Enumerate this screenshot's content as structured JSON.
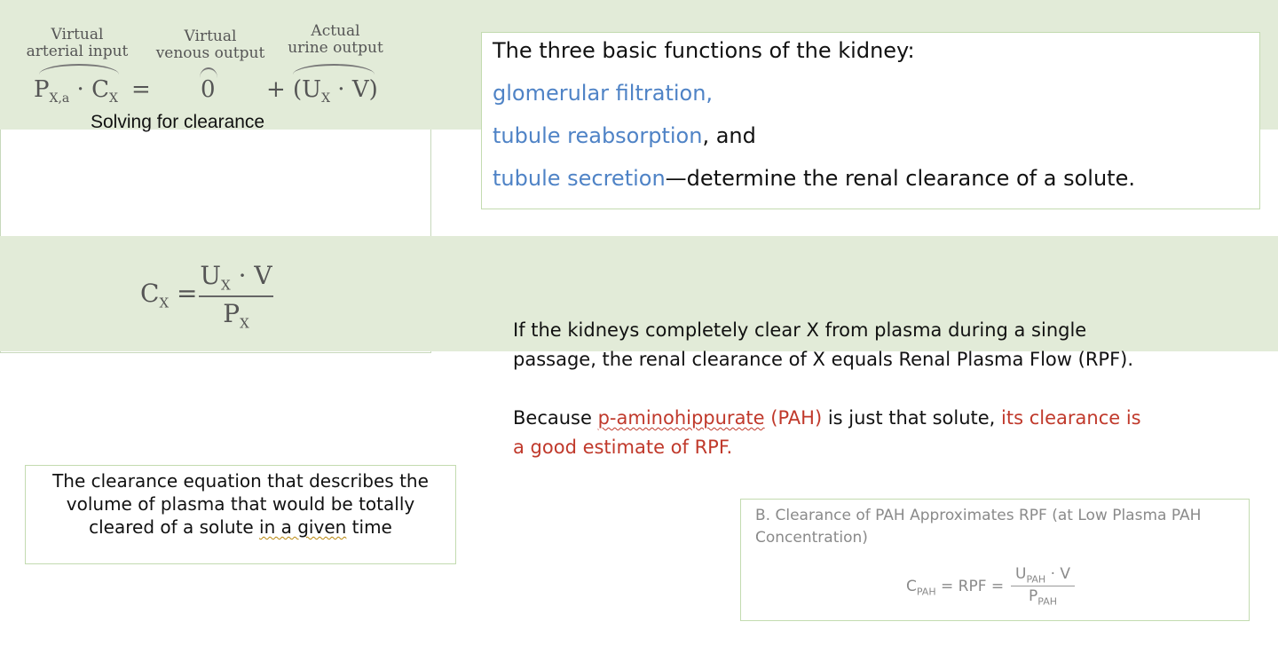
{
  "equation_panel": {
    "label_arterial_1": "Virtual",
    "label_arterial_2": "arterial input",
    "label_venous_1": "Virtual",
    "label_venous_2": "venous output",
    "label_urine_1": "Actual",
    "label_urine_2": "urine output",
    "subtitle": "Solving for clearance",
    "eq1_left": "P",
    "eq1_left_sub": "X,a",
    "eq1_cdot": "·",
    "eq1_c": "C",
    "eq1_c_sub": "X",
    "eq1_equals": "=",
    "eq1_zero": "0",
    "eq1_plus": "+",
    "eq1_right": "(U",
    "eq1_right_sub": "X",
    "eq1_right_rest": " · V)",
    "eq2_c": "C",
    "eq2_c_sub": "X",
    "eq2_equals": "=",
    "eq2_num": "U",
    "eq2_num_sub": "X",
    "eq2_num_rest": " · V",
    "eq2_den": "P",
    "eq2_den_sub": "X"
  },
  "functions": {
    "heading": "The three basic functions of the kidney:",
    "item1": "glomerular filtration,",
    "item2_blue": "tubule reabsorption",
    "item2_black": ", and",
    "item3_blue": "tubule secretion",
    "item3_black": "—determine the renal clearance of a solute."
  },
  "paragraph": {
    "line1": "If the kidneys completely clear X from plasma during a single",
    "line2": "passage, the renal clearance of X equals Renal Plasma Flow (RPF).",
    "line3_a": "Because ",
    "line3_red1": "p-aminohippurate",
    "line3_red2": " (PAH)",
    "line3_b": " is just that solute, ",
    "line3_red3": "its clearance is",
    "line4_red": "a good estimate of RPF."
  },
  "caption": {
    "line1": "The clearance equation that describes the",
    "line2": "volume of plasma that would be totally",
    "line3_a": "cleared of a solute ",
    "line3_under": "in a given",
    "line3_b": " time"
  },
  "pah_box": {
    "title_line1": "B. Clearance of PAH Approximates RPF (at Low Plasma PAH",
    "title_line2": "Concentration)",
    "eq_left": "C",
    "eq_left_sub": "PAH",
    "eq_mid": " = RPF = ",
    "eq_num": "U",
    "eq_num_sub": "PAH",
    "eq_num_rest": " · V",
    "eq_den": "P",
    "eq_den_sub": "PAH"
  }
}
